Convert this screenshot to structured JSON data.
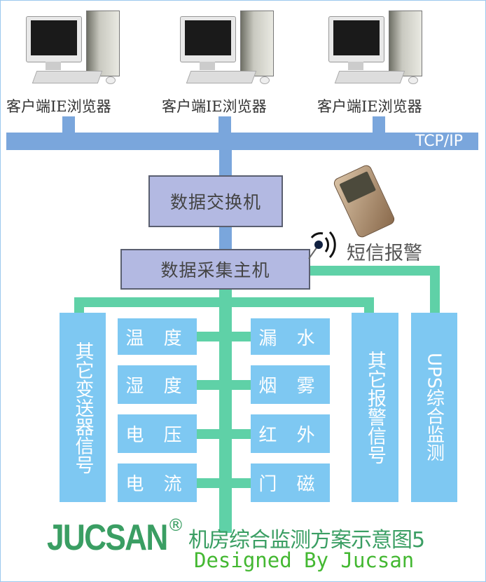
{
  "clients": [
    {
      "label": "客户端IE浏览器"
    },
    {
      "label": "客户端IE浏览器"
    },
    {
      "label": "客户端IE浏览器"
    }
  ],
  "network": {
    "bus_label": "TCP/IP"
  },
  "switch": {
    "label": "数据交换机"
  },
  "host": {
    "label": "数据采集主机"
  },
  "sms": {
    "label": "短信报警"
  },
  "left_tall": {
    "label": "其它变送器信号"
  },
  "left_sensors": [
    {
      "label": "温 度"
    },
    {
      "label": "湿 度"
    },
    {
      "label": "电 压"
    },
    {
      "label": "电 流"
    }
  ],
  "right_sensors": [
    {
      "label": "漏 水"
    },
    {
      "label": "烟 雾"
    },
    {
      "label": "红 外"
    },
    {
      "label": "门 磁"
    }
  ],
  "right_tall": {
    "label": "其它报警信号"
  },
  "ups": {
    "label": "UPS综合监测"
  },
  "footer": {
    "logo": "JUCSAN",
    "registered": "®",
    "title": "机房综合监测方案示意图5",
    "designed": "Designed By Jucsan"
  },
  "colors": {
    "bus": "#7aa6dc",
    "green": "#5fd1a7",
    "box": "#b3b9e2",
    "sensor": "#7ec8f2",
    "brand": "#3a9e63"
  }
}
